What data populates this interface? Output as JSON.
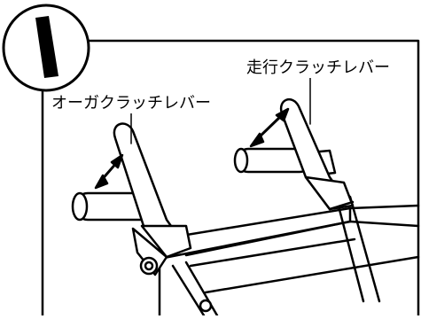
{
  "step_marker": {
    "numeral": "I"
  },
  "labels": {
    "travel_clutch_lever": "走行クラッチレバー",
    "auger_clutch_lever": "オーガクラッチレバー"
  },
  "colors": {
    "ink": "#000000",
    "background": "#ffffff"
  }
}
